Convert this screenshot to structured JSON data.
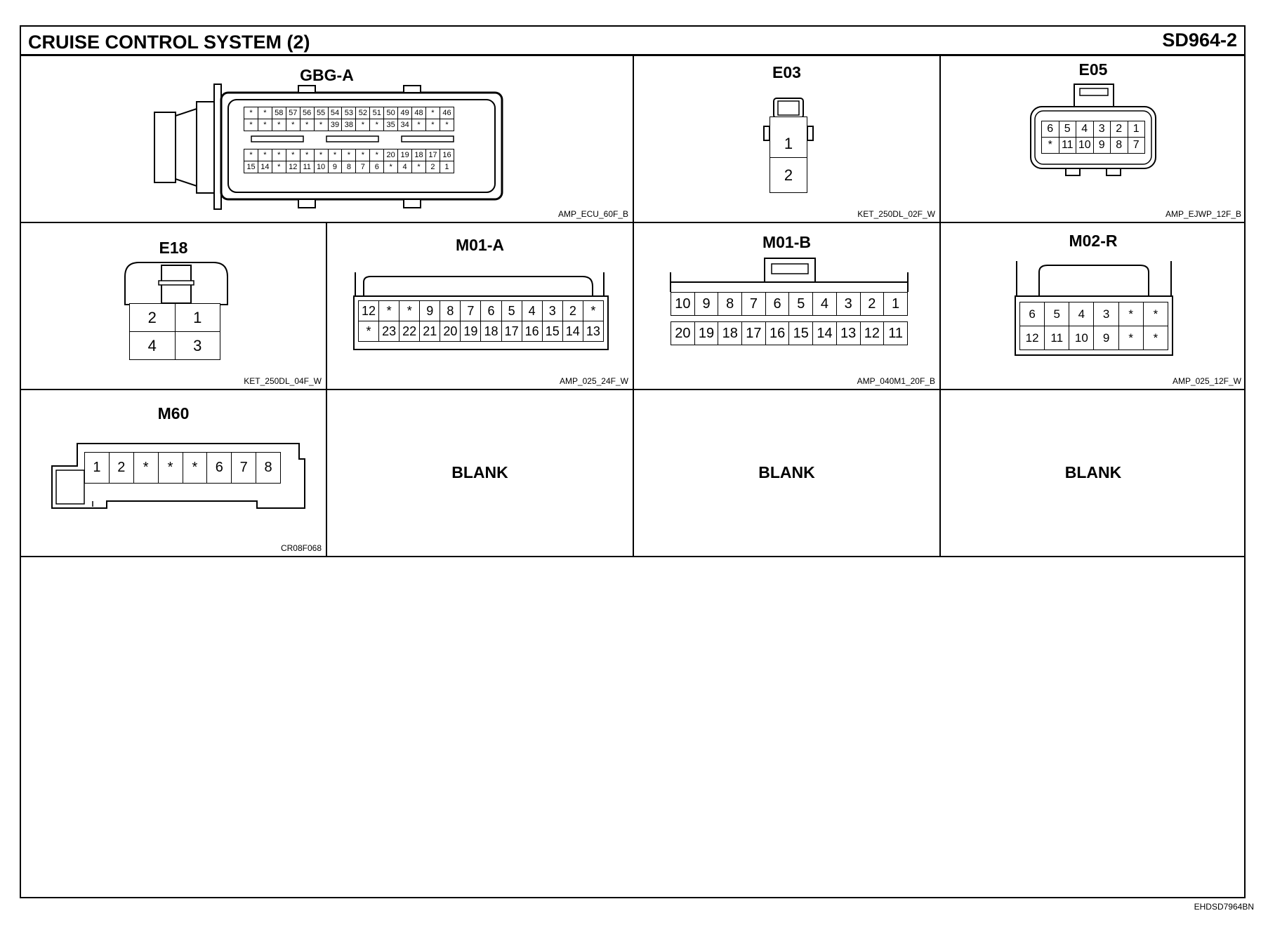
{
  "header": {
    "title": "CRUISE CONTROL SYSTEM (2)",
    "code": "SD964-2"
  },
  "footer_code": "EHDSD7964BN",
  "connectors": {
    "gbga": {
      "name": "GBG-A",
      "code": "AMP_ECU_60F_B",
      "rows": [
        [
          "*",
          "*",
          "58",
          "57",
          "56",
          "55",
          "54",
          "53",
          "52",
          "51",
          "50",
          "49",
          "48",
          "*",
          "46"
        ],
        [
          "*",
          "*",
          "*",
          "*",
          "*",
          "*",
          "39",
          "38",
          "*",
          "*",
          "35",
          "34",
          "*",
          "*",
          "*"
        ],
        [
          "*",
          "*",
          "*",
          "*",
          "*",
          "*",
          "*",
          "*",
          "*",
          "*",
          "20",
          "19",
          "18",
          "17",
          "16"
        ],
        [
          "15",
          "14",
          "*",
          "12",
          "11",
          "10",
          "9",
          "8",
          "7",
          "6",
          "*",
          "4",
          "*",
          "2",
          "1"
        ]
      ]
    },
    "e03": {
      "name": "E03",
      "code": "KET_250DL_02F_W",
      "pins": [
        "1",
        "2"
      ]
    },
    "e05": {
      "name": "E05",
      "code": "AMP_EJWP_12F_B",
      "rows": [
        [
          "6",
          "5",
          "4",
          "3",
          "2",
          "1"
        ],
        [
          "*",
          "11",
          "10",
          "9",
          "8",
          "7"
        ]
      ]
    },
    "e18": {
      "name": "E18",
      "code": "KET_250DL_04F_W",
      "rows": [
        [
          "2",
          "1"
        ],
        [
          "4",
          "3"
        ]
      ]
    },
    "m01a": {
      "name": "M01-A",
      "code": "AMP_025_24F_W",
      "rows": [
        [
          "12",
          "*",
          "*",
          "9",
          "8",
          "7",
          "6",
          "5",
          "4",
          "3",
          "2",
          "*"
        ],
        [
          "*",
          "23",
          "22",
          "21",
          "20",
          "19",
          "18",
          "17",
          "16",
          "15",
          "14",
          "13"
        ]
      ]
    },
    "m01b": {
      "name": "M01-B",
      "code": "AMP_040M1_20F_B",
      "rows": [
        [
          "10",
          "9",
          "8",
          "7",
          "6",
          "5",
          "4",
          "3",
          "2",
          "1"
        ],
        [
          "20",
          "19",
          "18",
          "17",
          "16",
          "15",
          "14",
          "13",
          "12",
          "11"
        ]
      ]
    },
    "m02r": {
      "name": "M02-R",
      "code": "AMP_025_12F_W",
      "rows": [
        [
          "6",
          "5",
          "4",
          "3",
          "*",
          "*"
        ],
        [
          "12",
          "11",
          "10",
          "9",
          "*",
          "*"
        ]
      ]
    },
    "m60": {
      "name": "M60",
      "code": "CR08F068",
      "rows": [
        [
          "1",
          "2",
          "*",
          "*",
          "*",
          "6",
          "7",
          "8"
        ]
      ]
    }
  },
  "blanks": [
    "BLANK",
    "BLANK",
    "BLANK"
  ]
}
